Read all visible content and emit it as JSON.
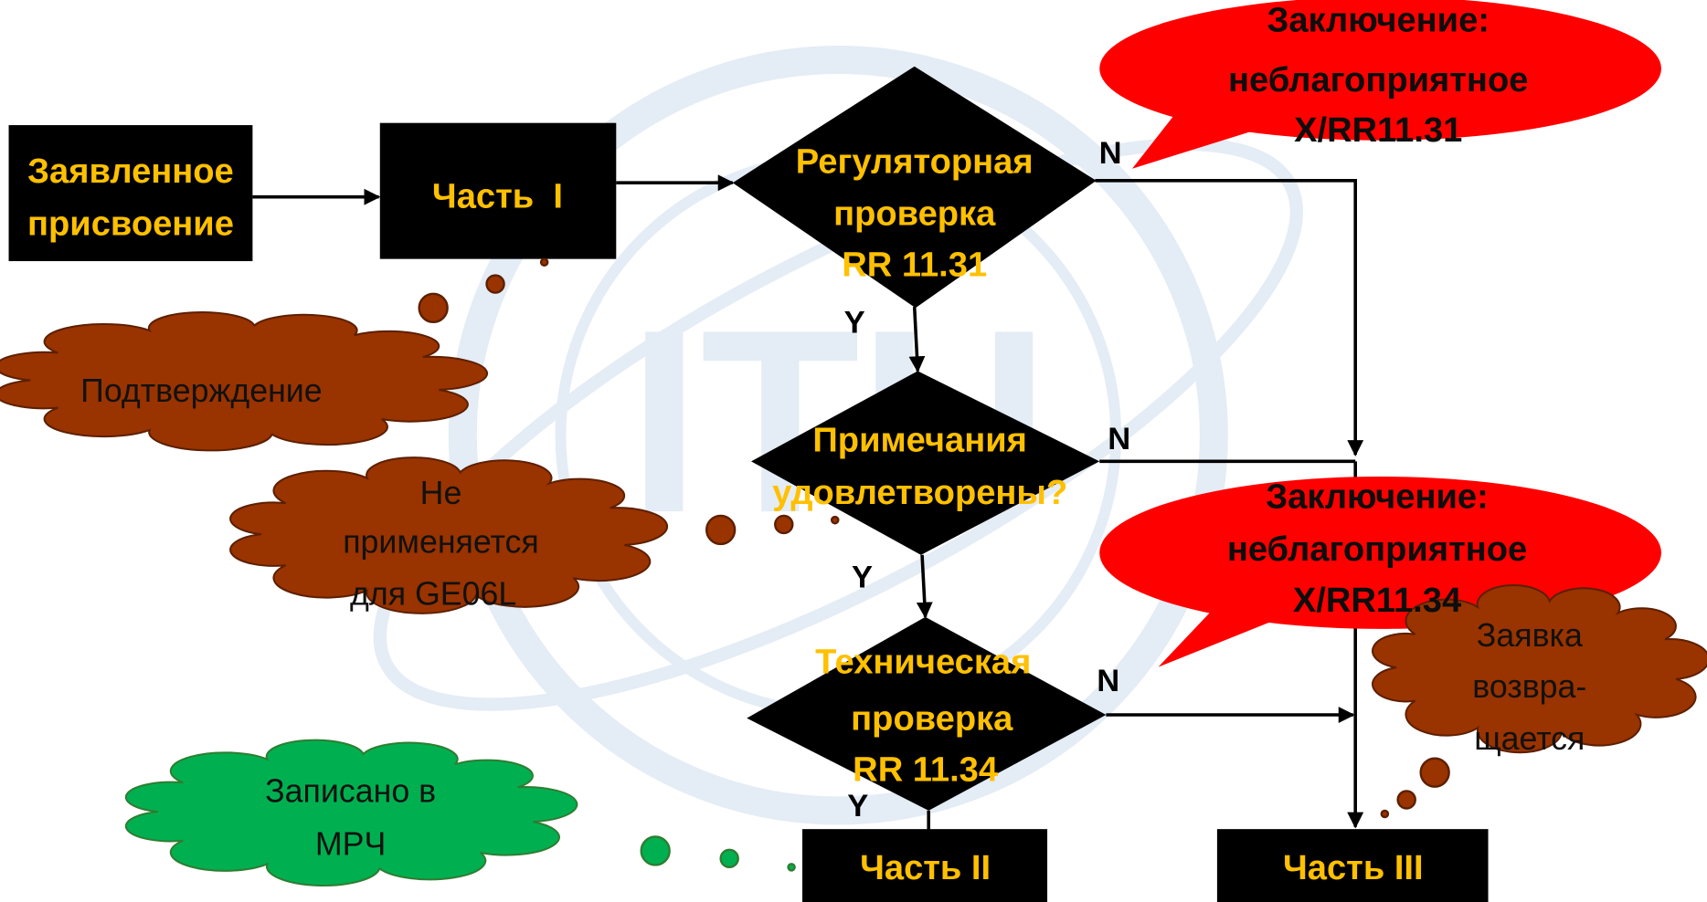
{
  "colors": {
    "box_fill": "#000000",
    "box_text": "#FFC000",
    "connector": "#000000",
    "conclusion_bubble": "#FF0000",
    "conclusion_text": "#0D0D0D",
    "cloud_brown": "#993300",
    "cloud_brown_outline": "#5C1F00",
    "cloud_green": "#00B050",
    "cloud_green_outline": "#2E7D32",
    "cloud_text": "#111111",
    "watermark": "#DCE6F2"
  },
  "watermark": {
    "text": "ITU"
  },
  "flowchart": {
    "declared_assignment": {
      "lines": [
        "Заявленное",
        "присвоение"
      ]
    },
    "part_1": {
      "label": "Часть  I"
    },
    "regulatory_check": {
      "lines": [
        "Регуляторная",
        "проверка",
        "RR 11.31"
      ],
      "no_branch": "N",
      "yes_branch": "Y"
    },
    "footnotes_check": {
      "lines": [
        "Примечания",
        "удовлетворены?"
      ],
      "no_branch": "N",
      "yes_branch": "Y"
    },
    "technical_check": {
      "lines": [
        "Техническая",
        "проверка",
        "RR 11.34"
      ],
      "no_branch": "N",
      "yes_branch": "Y"
    },
    "part_2": {
      "label": "Часть II"
    },
    "part_3": {
      "label": "Часть III"
    }
  },
  "conclusions": {
    "rr_11_31": {
      "lines": [
        "Заключение:",
        "неблагоприятное",
        "X/RR11.31"
      ]
    },
    "rr_11_34": {
      "lines": [
        "Заключение:",
        "неблагоприятное",
        "X/RR11.34"
      ]
    }
  },
  "notes": {
    "confirmation": {
      "lines": [
        "Подтверждение"
      ]
    },
    "not_applicable": {
      "lines": [
        "Не",
        "применяется",
        "для GE06L"
      ]
    },
    "returned": {
      "lines": [
        "Заявка",
        "возвра-",
        "щается"
      ]
    },
    "recorded": {
      "lines": [
        "Записано в",
        "МРЧ"
      ]
    }
  }
}
